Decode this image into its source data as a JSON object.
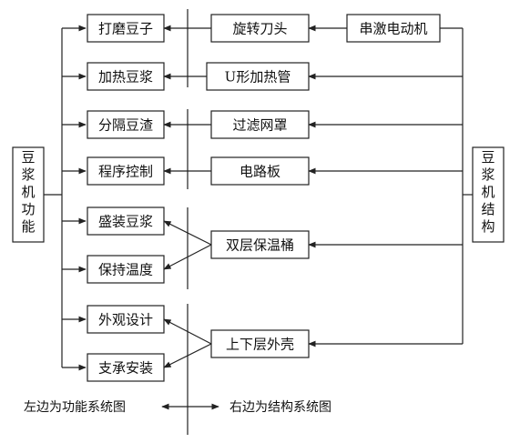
{
  "function_group": {
    "label": "豆浆机功能",
    "items": [
      "打磨豆子",
      "加热豆浆",
      "分隔豆渣",
      "程序控制",
      "盛装豆浆",
      "保持温度",
      "外观设计",
      "支承安装"
    ]
  },
  "structure_group": {
    "label": "豆浆机结构",
    "components": [
      "旋转刀头",
      "U形加热管",
      "过滤网罩",
      "电路板",
      "双层保温桶",
      "上下层外壳"
    ],
    "drive": "串激电动机"
  },
  "caption": {
    "left": "左边为功能系统图",
    "right": "右边为结构系统图"
  },
  "colors": {
    "line": "#222222",
    "box_fill": "#ffffff",
    "text": "#111111"
  }
}
